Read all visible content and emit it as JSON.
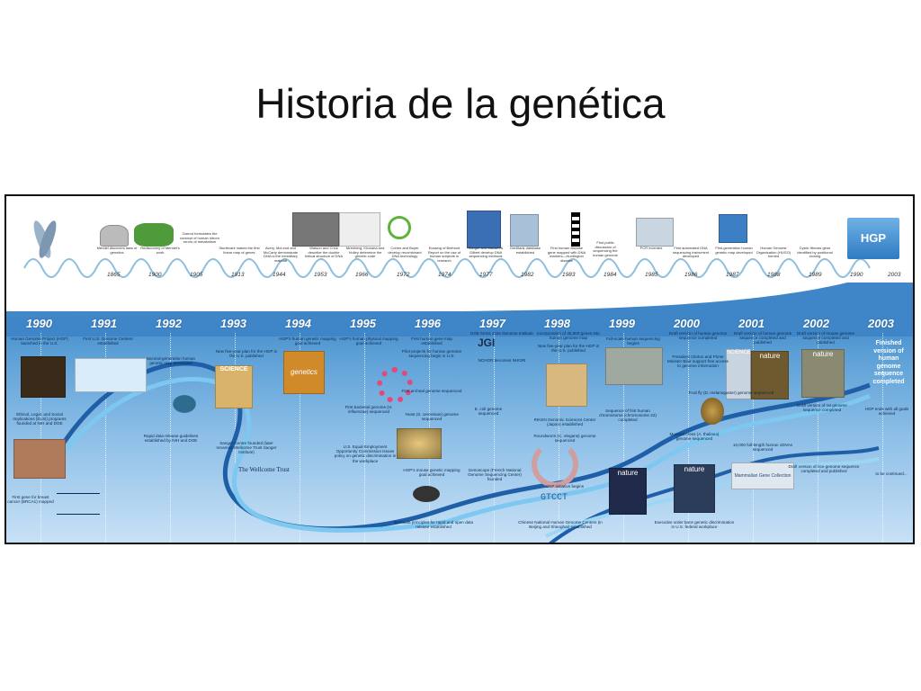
{
  "slide": {
    "title": "Historia de la genética"
  },
  "top_timeline": {
    "events": [
      {
        "year": "1865",
        "text": "Mendel discovers laws of genetics"
      },
      {
        "year": "1900",
        "text": "Rediscovery of Mendel's work"
      },
      {
        "year": "1905",
        "text": "Garrod formulates the concept of human inborn errors of metabolism"
      },
      {
        "year": "1913",
        "text": "Sturtevant makes the first linear map of genes"
      },
      {
        "year": "1944",
        "text": "Avery, McLeod and McCarty demonstrate DNA is the hereditary material"
      },
      {
        "year": "1953",
        "text": "Watson and Crick describe the double helical structure of DNA"
      },
      {
        "year": "1966",
        "text": "Nirenberg, Khorana and Holley determine the genetic code"
      },
      {
        "year": "1972",
        "text": "Cohen and Boyer develop recombinant DNA technology"
      },
      {
        "year": "1974",
        "text": "Ecasing of Belmont Report on the use of human subjects in research"
      },
      {
        "year": "1977",
        "text": "Sanger and Maxam & Gilbert develop DNA sequencing methods"
      },
      {
        "year": "1982",
        "text": "GenBank database established"
      },
      {
        "year": "1983",
        "text": "First human disease gene mapped with DNA markers—Huntington disease"
      },
      {
        "year": "1984",
        "text": "First public discussion of sequencing the human genome"
      },
      {
        "year": "1985",
        "text": "PCR invented"
      },
      {
        "year": "1986",
        "text": "First automated DNA sequencing instrument developed"
      },
      {
        "year": "1987",
        "text": "First-generation human genetic map developed"
      },
      {
        "year": "1988",
        "text": "Human Genome Organization (HUGO) formed"
      },
      {
        "year": "1989",
        "text": "Cystic fibrosis gene identified by positional cloning"
      },
      {
        "year": "1990",
        "text": ""
      },
      {
        "year": "2003",
        "text": ""
      }
    ],
    "badge": "HGP"
  },
  "bottom_timeline": {
    "years": [
      "1990",
      "1991",
      "1992",
      "1993",
      "1994",
      "1995",
      "1996",
      "1997",
      "1998",
      "1999",
      "2000",
      "2001",
      "2002",
      "2003"
    ],
    "events": [
      {
        "id": "e1990a",
        "text": "Human Genome Project (HGP) launched in the U.S."
      },
      {
        "id": "e1990b",
        "text": "Ethical, Legal, and Social Implications (ELSI) programs founded at NIH and DOE"
      },
      {
        "id": "e1990c",
        "text": "First gene for breast cancer (BRCA1) mapped"
      },
      {
        "id": "e1991a",
        "text": "First U.S. Genome Centers established"
      },
      {
        "id": "e1992a",
        "text": "Second-generation human genetic map developed"
      },
      {
        "id": "e1992b",
        "text": "Rapid data release guidelines established by NIH and DOE"
      },
      {
        "id": "e1993a",
        "text": "New five-year plan for the HGP in the U.S. published"
      },
      {
        "id": "e1993b",
        "text": "Sanger Centre founded (later renamed Wellcome Trust Sanger Institute)"
      },
      {
        "id": "e1993c",
        "text": "The Wellcome Trust"
      },
      {
        "id": "e1994a",
        "text": "HGP's human genetic mapping goal achieved"
      },
      {
        "id": "e1995a",
        "text": "HGP's human physical mapping goal achieved"
      },
      {
        "id": "e1995b",
        "text": "First bacterial genome (H. influenzae) sequenced"
      },
      {
        "id": "e1995c",
        "text": "U.S. Equal Employment Opportunity Commission issues policy on genetic discrimination in the workplace"
      },
      {
        "id": "e1996a",
        "text": "First human gene map established"
      },
      {
        "id": "e1996b",
        "text": "Pilot projects for human genome sequencing begin in U.S."
      },
      {
        "id": "e1996c",
        "text": "First archeal genome sequenced"
      },
      {
        "id": "e1996d",
        "text": "Yeast (S. cerevisiae) genome sequenced"
      },
      {
        "id": "e1996e",
        "text": "HGP's mouse genetic mapping goal achieved"
      },
      {
        "id": "e1996f",
        "text": "Bermuda principles for rapid and open data release established"
      },
      {
        "id": "e1997a",
        "text": "DOE forms Joint Genome Institute"
      },
      {
        "id": "e1997b",
        "text": "NCHGR becomes NHGRI"
      },
      {
        "id": "e1997c",
        "text": "E. coli genome sequenced"
      },
      {
        "id": "e1997d",
        "text": "Genoscope (French National Genome Sequencing Center) founded"
      },
      {
        "id": "e1998a",
        "text": "Incorporation of 30,000 genes into human genome map"
      },
      {
        "id": "e1998b",
        "text": "New five-year plan for the HGP in the U.S. published"
      },
      {
        "id": "e1998c",
        "text": "RIKEN Genomic Sciences Center (Japan) established"
      },
      {
        "id": "e1998d",
        "text": "Roundworm (C. elegans) genome sequenced"
      },
      {
        "id": "e1998e",
        "text": "SNP initiative begins"
      },
      {
        "id": "e1998f",
        "text": "Chinese National Human Genome Centers (in Beijing and Shanghai) established"
      },
      {
        "id": "e1999a",
        "text": "Full-scale human sequencing begins"
      },
      {
        "id": "e1999b",
        "text": "Sequence of first human chromosome (chromosome 22) completed"
      },
      {
        "id": "e2000a",
        "text": "Draft version of human genome sequence completed"
      },
      {
        "id": "e2000b",
        "text": "President Clinton and Prime Minister Blair support free access to genome information"
      },
      {
        "id": "e2000c",
        "text": "Fruit fly (D. melanogaster) genome sequenced"
      },
      {
        "id": "e2000d",
        "text": "Mustard cress (A. thaliana) genome sequenced"
      },
      {
        "id": "e2000e",
        "text": "Executive order bans genetic discrimination in U.S. federal workplace"
      },
      {
        "id": "e2001a",
        "text": "Draft version of human genome sequence completed and published"
      },
      {
        "id": "e2001b",
        "text": "10,000 full-length human cDNAs sequenced"
      },
      {
        "id": "e2002a",
        "text": "Draft version of mouse genome sequence completed and published"
      },
      {
        "id": "e2002b",
        "text": "Draft version of rat genome sequence completed"
      },
      {
        "id": "e2002c",
        "text": "Draft version of rice genome sequence completed and published"
      },
      {
        "id": "e2003a",
        "text": "Finished version of human genome sequence completed"
      },
      {
        "id": "e2003b",
        "text": "HGP ends with all goals achieved"
      },
      {
        "id": "e2003c",
        "text": "to be continued..."
      }
    ],
    "labels": {
      "genetics_book": "genetics",
      "science_mag": "SCIENCE",
      "nature_mag": "nature",
      "jgi": "JGI",
      "gtcct": "GTCCT",
      "mammalian": "Mammalian Gene Collection"
    }
  },
  "colors": {
    "band_top": "#3f86c8",
    "band_bottom": "#c9e2f6",
    "helix_a": "#1e5fa8",
    "helix_b": "#7cc8f0"
  }
}
